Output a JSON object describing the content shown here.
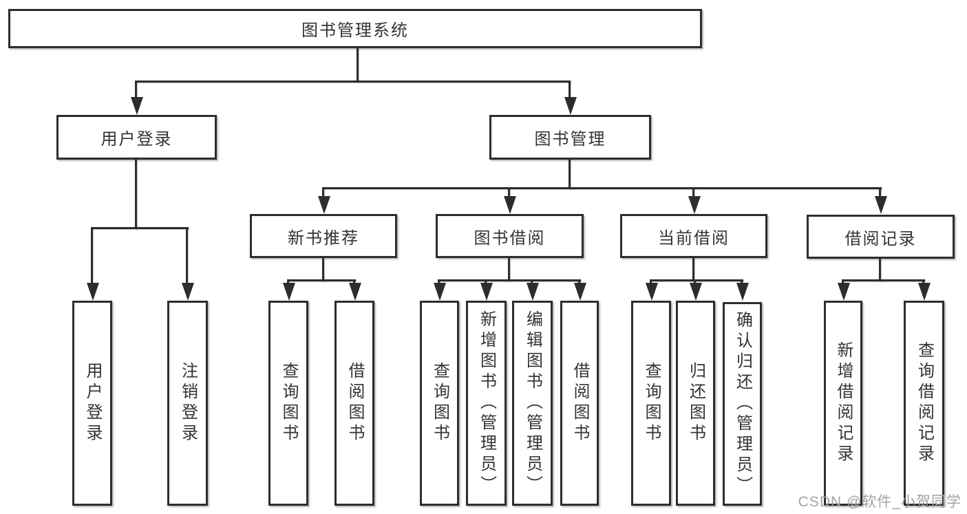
{
  "style": {
    "background": "#ffffff",
    "line_color": "#2d2d2d",
    "box_border_color": "#2d2d2d",
    "box_background": "#ffffff",
    "text_color": "#333333",
    "watermark_color": "#a3a3a3"
  },
  "watermark": {
    "text": "CSDN @软件_小贺同学"
  },
  "tree": {
    "label": "图书管理系统",
    "children": [
      {
        "label": "用户登录",
        "children": [
          {
            "label": "用户登录"
          },
          {
            "label": "注销登录"
          }
        ]
      },
      {
        "label": "图书管理",
        "children": [
          {
            "label": "新书推荐",
            "children": [
              {
                "label": "查询图书"
              },
              {
                "label": "借阅图书"
              }
            ]
          },
          {
            "label": "图书借阅",
            "children": [
              {
                "label": "查询图书"
              },
              {
                "label": "新增图书（管理员）"
              },
              {
                "label": "编辑图书（管理员）"
              },
              {
                "label": "借阅图书"
              }
            ]
          },
          {
            "label": "当前借阅",
            "children": [
              {
                "label": "查询图书"
              },
              {
                "label": "归还图书"
              },
              {
                "label": "确认归还（管理员）"
              }
            ]
          },
          {
            "label": "借阅记录",
            "children": [
              {
                "label": "新增借阅记录"
              },
              {
                "label": "查询借阅记录"
              }
            ]
          }
        ]
      }
    ]
  }
}
